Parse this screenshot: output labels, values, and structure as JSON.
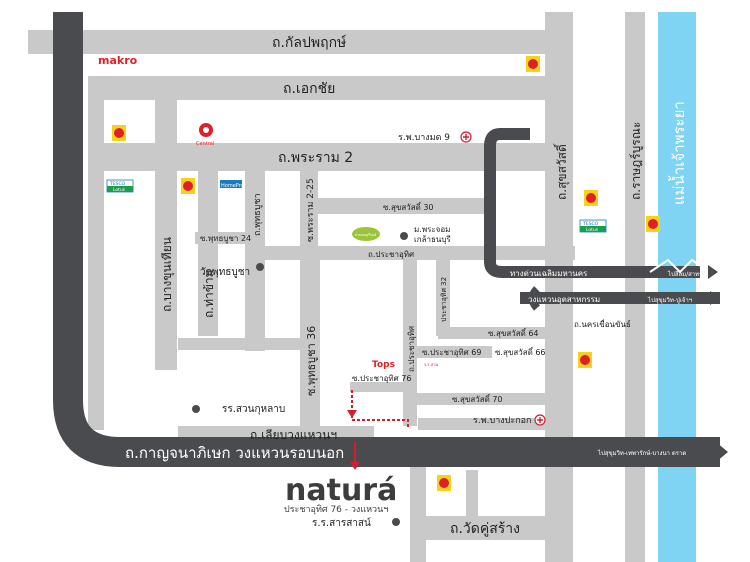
{
  "colors": {
    "road": "#c9c9c9",
    "ring_road": "#4a4b4e",
    "river": "#7fd3f3",
    "land": "#ffffff",
    "label": "#222222",
    "label_on_dark": "#ffffff",
    "route": "#d11f2e",
    "makro": "#e21f26",
    "tops": "#e21f26",
    "bigc": "#e01f28",
    "bigc_bg": "#f5d31c",
    "tesco": "#1a7bbf",
    "brand_natura": "#3d3d3d"
  },
  "roads": {
    "kanlapaphruek": "ถ.กัลปพฤกษ์",
    "ekkachai": "ถ.เอกชัย",
    "rama2": "ถ.พระราม 2",
    "sukhasawat_main": "ถ.สุขสวัสดิ์",
    "ratburana": "ถ.ราษฎร์บูรณะ",
    "bang_khun_thian": "ถ.บางขุนเทียน",
    "tha_kham": "ถ.ท่าข้าม",
    "phutthabucha": "ถ.พุทธบูชา",
    "rama2_25": "ซ.พระราม 2-25",
    "phutthabucha_36": "ซ.พุทธบูชา 36",
    "phutthabucha_24": "ซ.พุทธบูชา 24",
    "sukhasawat_30": "ซ.สุขสวัสดิ์ 30",
    "pracha_uthit_main": "ถ.ประชาอุทิศ",
    "pracha_uthit_vertical": "ถ.ประชาอุทิศ",
    "pracha_uthit_32": "ประชาอุทิศ 32",
    "sukhasawat_64": "ซ.สุขสวัสดิ์ 64",
    "pracha_uthit_69": "ซ.ประชาอุทิศ 69",
    "sukhasawat_66": "ซ.สุขสวัสดิ์ 66",
    "pracha_uthit_76": "ซ.ประชาอุทิศ 76",
    "sukhasawat_70": "ซ.สุขสวัสดิ์ 70",
    "nakhon_khuean_khan": "ถ.นครเขื่อนขันธ์",
    "liap_wongwaen": "ถ.เลียบวงแหวนฯ",
    "kanchanaphisek": "ถ.กาญจนาภิเษก วงแหวนรอบนอก",
    "wat_khu_sang": "ถ.วัดคู่สร้าง",
    "chalerm_maha_nakhon": "ทางด่วนเฉลิมมหานคร",
    "industrial_ring": "วงแหวนอุตสาหกรรม",
    "river": "แม่น้ำเจ้าพระยา"
  },
  "places": {
    "makro": "makro",
    "central": "Central",
    "homepro": "HomePro",
    "tesco": "TESCO",
    "lotus": "Lotus",
    "hospital_bangmod9": "ร.พ.บางมด 9",
    "park": "สวนธนบุรีรมย์",
    "kmutt": "ม.พระจอม",
    "kmutt_line2": "เกล้าธนบุรี",
    "wat_phutthabucha": "วัดพุทธบูชา",
    "tops": "Tops",
    "tops_sub": "ร.ร.สวน",
    "school_suan_kulab": "รร.สวนกุหลาบ",
    "hospital_bangpakok": "ร.พ.บางปะกอก",
    "school_sarasas": "ร.ร.สารสาสน์"
  },
  "directions": {
    "to_silom": "ไปสีลม/สาทร",
    "to_sukhumvit_puchao": "ไปสุขุมวิท-ปู่เจ้าฯ",
    "to_sukhumvit_bangna": "ไปสุขุมวิท-เทพารักษ์-บางนา ตราด"
  },
  "project": {
    "name": "naturá",
    "subtitle": "ประชาอุทิศ 76 - วงแหวนฯ"
  }
}
